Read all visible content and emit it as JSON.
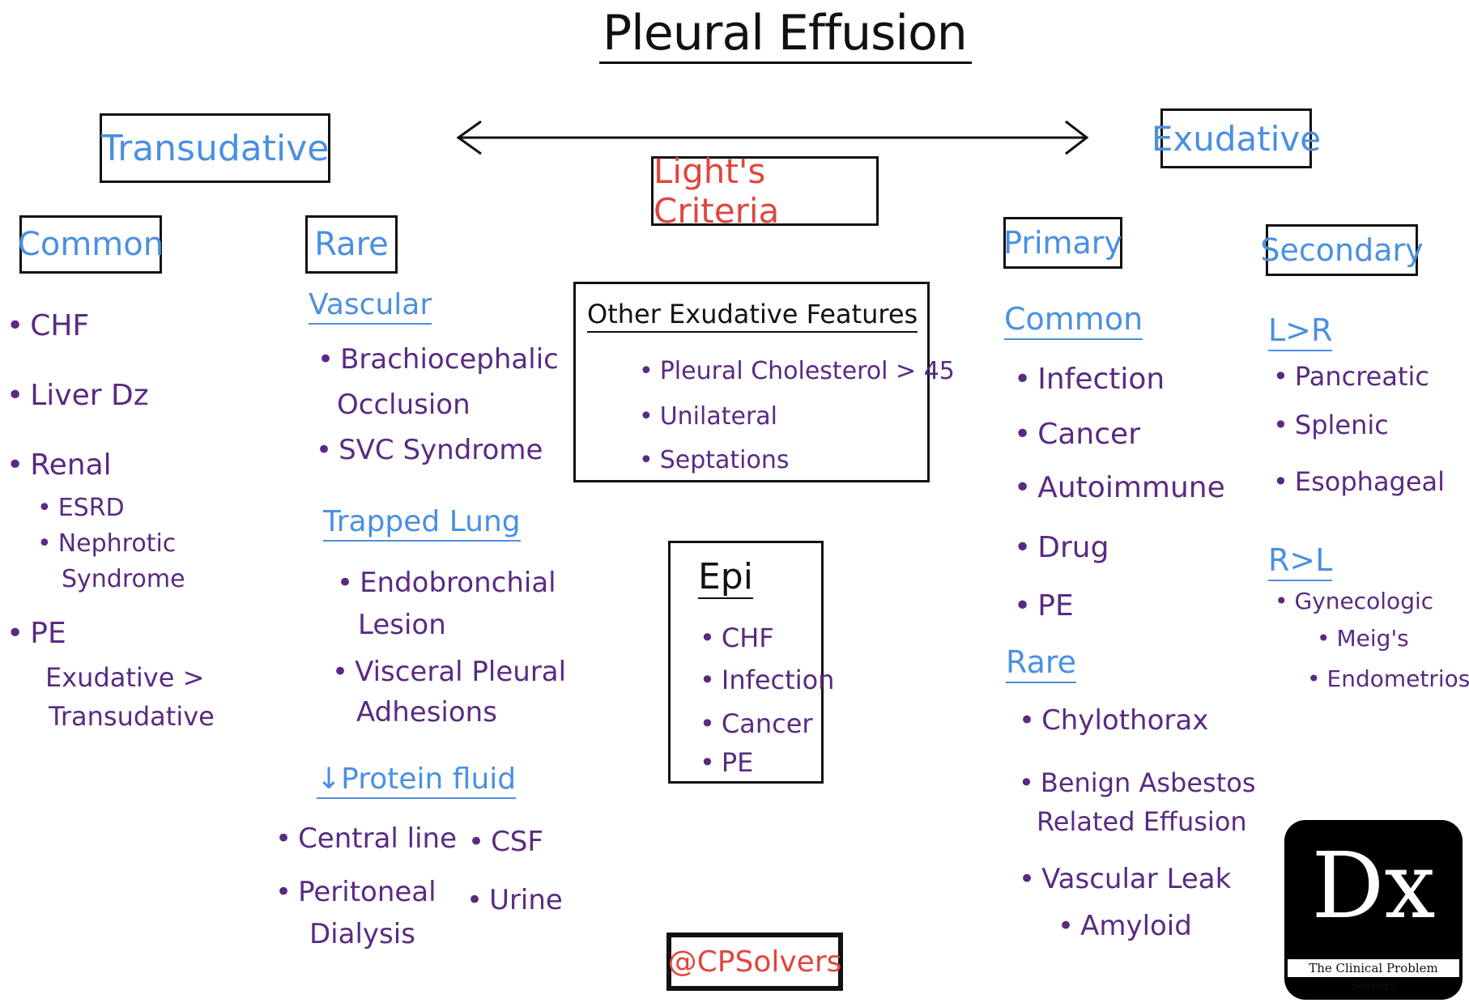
{
  "title": "Pleural Effusion",
  "center": {
    "lights_criteria": "Light's Criteria",
    "other_features": {
      "heading": "Other Exudative Features",
      "items": [
        "Pleural Cholesterol > 45",
        "Unilateral",
        "Septations"
      ]
    },
    "epi": {
      "heading": "Epi",
      "items": [
        "CHF",
        "Infection",
        "Cancer",
        "PE"
      ]
    },
    "handle": "@CPSolvers"
  },
  "transudative": {
    "label": "Transudative",
    "common": {
      "label": "Common",
      "items": [
        "CHF",
        "Liver Dz",
        "Renal",
        "ESRD",
        "Nephrotic",
        "Syndrome",
        "PE",
        "Exudative >",
        "Transudative"
      ]
    },
    "rare": {
      "label": "Rare",
      "vascular": {
        "label": "Vascular",
        "items": [
          "Brachiocephalic",
          "Occlusion",
          "SVC Syndrome"
        ]
      },
      "trapped_lung": {
        "label": "Trapped Lung",
        "items": [
          "Endobronchial",
          "Lesion",
          "Visceral Pleural",
          "Adhesions"
        ]
      },
      "protein_fluid": {
        "label": "↓Protein fluid",
        "items": [
          "Central line",
          "Peritoneal",
          "Dialysis",
          "CSF",
          "Urine"
        ]
      }
    }
  },
  "exudative": {
    "label": "Exudative",
    "primary": {
      "label": "Primary",
      "common": {
        "label": "Common",
        "items": [
          "Infection",
          "Cancer",
          "Autoimmune",
          "Drug",
          "PE"
        ]
      },
      "rare": {
        "label": "Rare",
        "items": [
          "Chylothorax",
          "Benign Asbestos",
          "Related Effusion",
          "Vascular Leak",
          "Amyloid"
        ]
      }
    },
    "secondary": {
      "label": "Secondary",
      "l_gt_r": {
        "label": "L>R",
        "items": [
          "Pancreatic",
          "Splenic",
          "Esophageal"
        ]
      },
      "r_gt_l": {
        "label": "R>L",
        "items": [
          "Gynecologic",
          "Meig's",
          "Endometriosis"
        ]
      }
    }
  },
  "logo": {
    "mark": "Dx",
    "name": "The Clinical Problem Solvers"
  },
  "colors": {
    "heading_blue": "#4a90e2",
    "item_purple": "#5a2a82",
    "criteria_red": "#e0463f",
    "ink": "#111111"
  }
}
